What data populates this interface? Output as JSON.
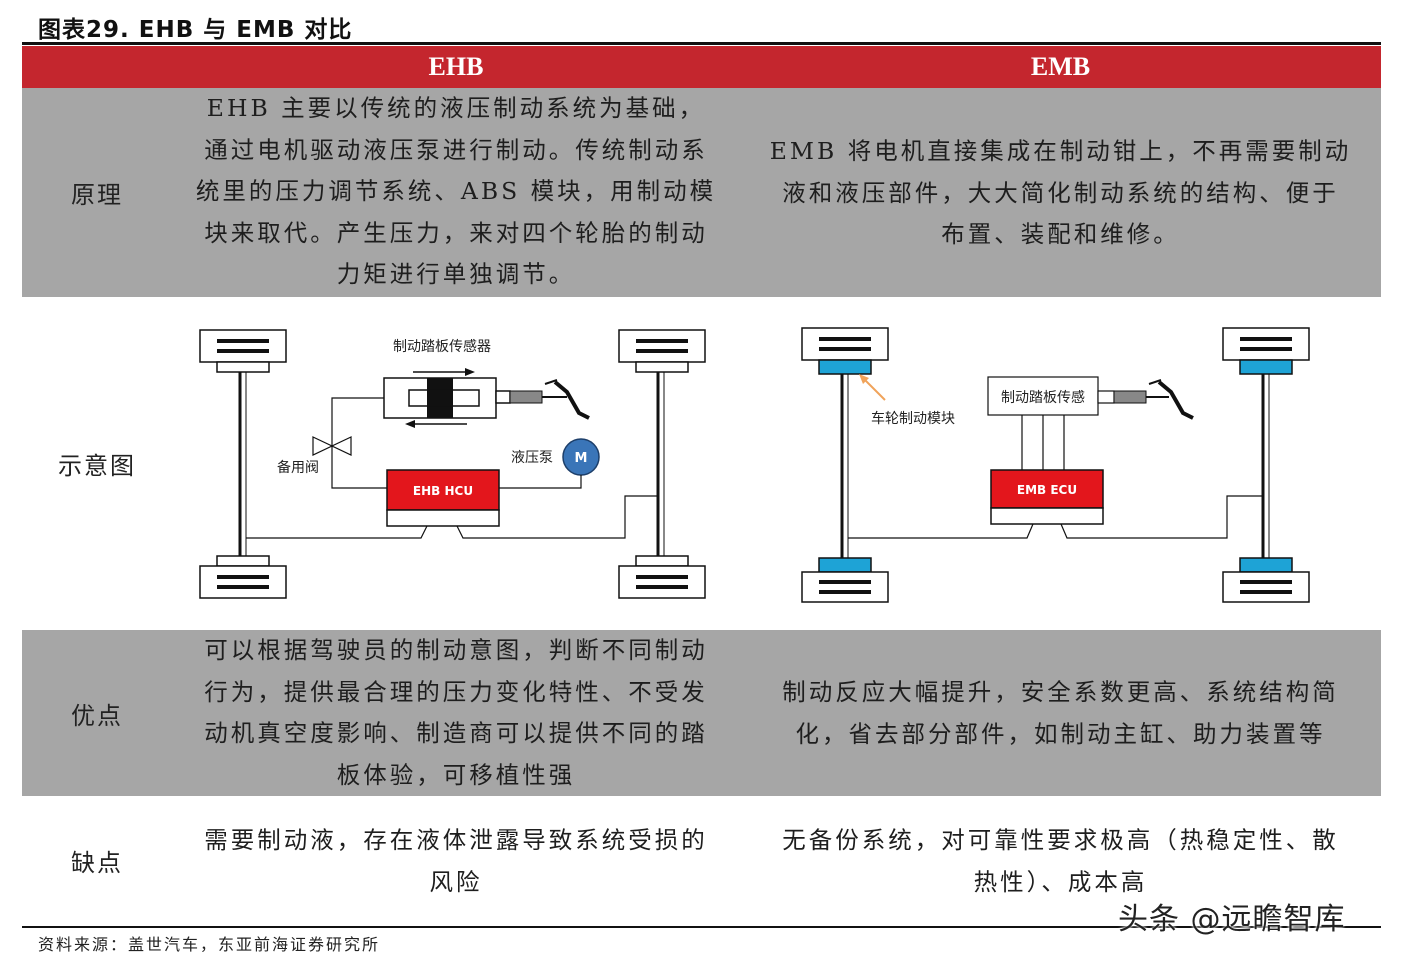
{
  "figure_title": "图表29. EHB 与 EMB 对比",
  "columns": {
    "ehb": "EHB",
    "emb": "EMB"
  },
  "rows": {
    "principle": {
      "label": "原理",
      "ehb": [
        "EHB 主要以传统的液压制动系统为基础，",
        "通过电机驱动液压泵进行制动。传统制动系",
        "统里的压力调节系统、ABS 模块，用制动模",
        "块来取代。产生压力，来对四个轮胎的制动",
        "力矩进行单独调节。"
      ],
      "emb": [
        "EMB 将电机直接集成在制动钳上，不再需要制动",
        "液和液压部件，大大简化制动系统的结构、便于",
        "布置、装配和维修。"
      ]
    },
    "diagram": {
      "label": "示意图",
      "ehb": {
        "pedal_sensor": "制动踏板传感器",
        "backup_valve": "备用阀",
        "pump": "液压泵",
        "motor_symbol": "M",
        "hcu": "EHB HCU"
      },
      "emb": {
        "pedal_sensor": "制动踏板传感",
        "wheel_module": "车轮制动模块",
        "ecu": "EMB ECU"
      }
    },
    "advantages": {
      "label": "优点",
      "ehb": [
        "可以根据驾驶员的制动意图，判断不同制动",
        "行为，提供最合理的压力变化特性、不受发",
        "动机真空度影响、制造商可以提供不同的踏",
        "板体验，可移植性强"
      ],
      "emb": [
        "制动反应大幅提升，安全系数更高、系统结构简",
        "化，省去部分部件，如制动主缸、助力装置等"
      ]
    },
    "disadvantages": {
      "label": "缺点",
      "ehb": [
        "需要制动液，存在液体泄露导致系统受损的",
        "风险"
      ],
      "emb": [
        "无备份系统，对可靠性要求极高（热稳定性、散",
        "热性）、成本高"
      ]
    }
  },
  "source": "资料来源：盖世汽车，东亚前海证券研究所",
  "watermark": "头条 @远瞻智库",
  "colors": {
    "header": "#c4262e",
    "band": "#a6a6a6",
    "unit_red": "#e3161c",
    "emb_blue": "#1ea3d6",
    "arrow_orange": "#f0a35a"
  }
}
